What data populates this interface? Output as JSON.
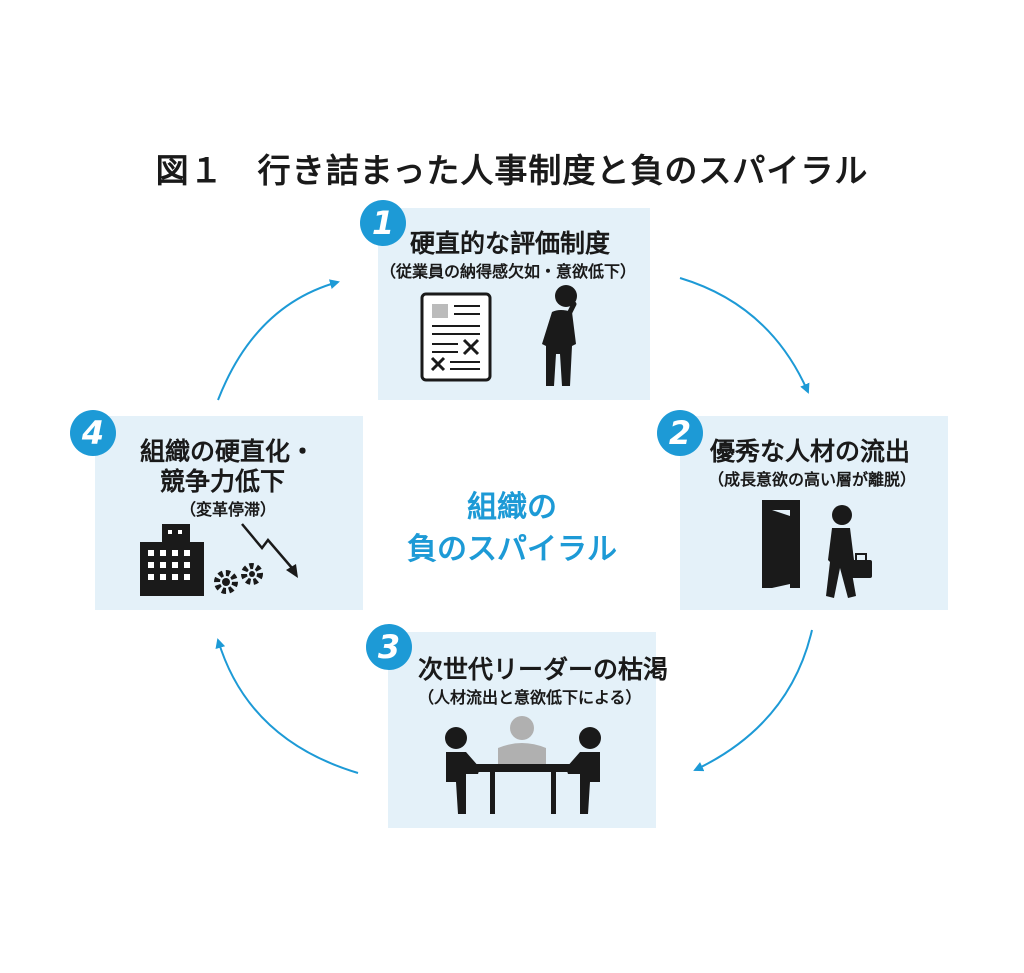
{
  "title": "図１　行き詰まった人事制度と負のスパイラル",
  "center": {
    "line1": "組織の",
    "line2": "負のスパイラル"
  },
  "steps": [
    {
      "number": "1",
      "heading": "硬直的な評価制度",
      "sub": "（従業員の納得感欠如・意欲低下）"
    },
    {
      "number": "2",
      "heading": "優秀な人材の流出",
      "sub": "（成長意欲の高い層が離脱）"
    },
    {
      "number": "3",
      "heading": "次世代リーダーの枯渇",
      "sub": "（人材流出と意欲低下による）"
    },
    {
      "number": "4",
      "heading_line1": "組織の硬直化・",
      "heading_line2": "競争力低下",
      "sub": "（変革停滞）"
    }
  ],
  "colors": {
    "accent": "#1d9ad6",
    "box": "#e4f1f9",
    "ink": "#1a1a1a"
  }
}
